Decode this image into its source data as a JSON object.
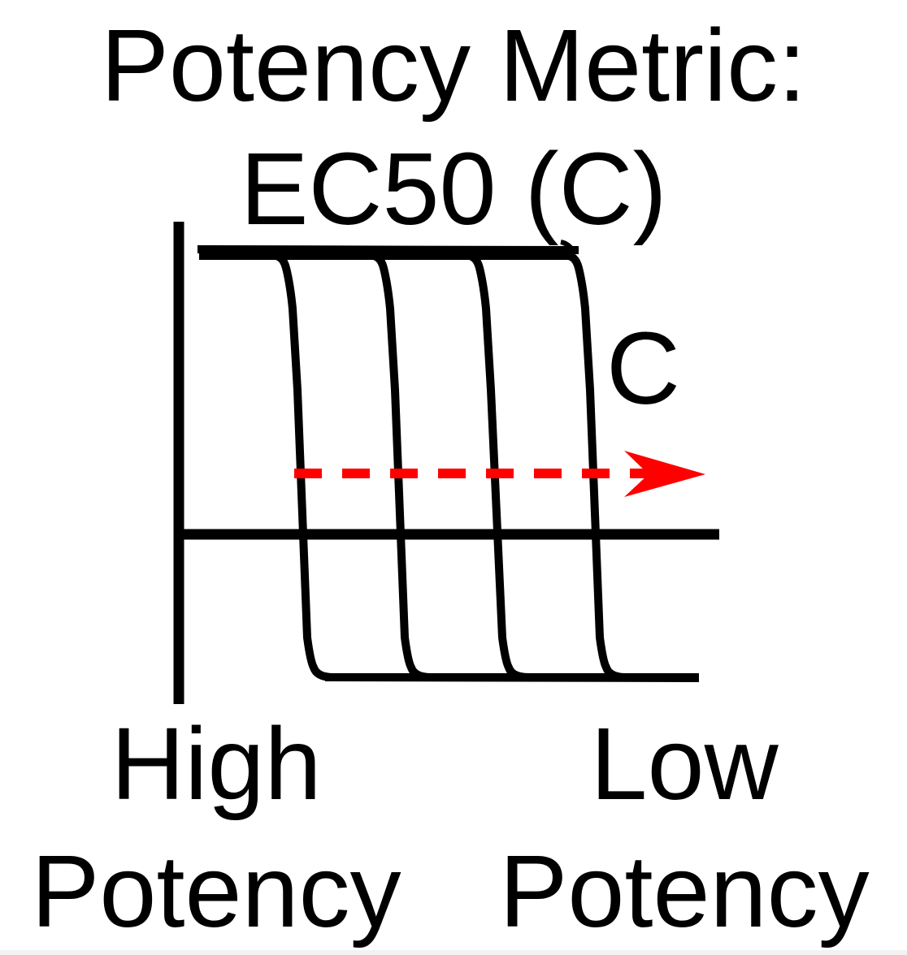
{
  "title": {
    "line1": "Potency Metric:",
    "line2": "EC50 (C)"
  },
  "concentration_label": "C",
  "labels": {
    "high_line1": "High",
    "high_line2": "Potency",
    "low_line1": "Low",
    "low_line2": "Potency"
  },
  "colors": {
    "curve": "#000000",
    "arrow": "#ff0000"
  },
  "curve_count": 4
}
